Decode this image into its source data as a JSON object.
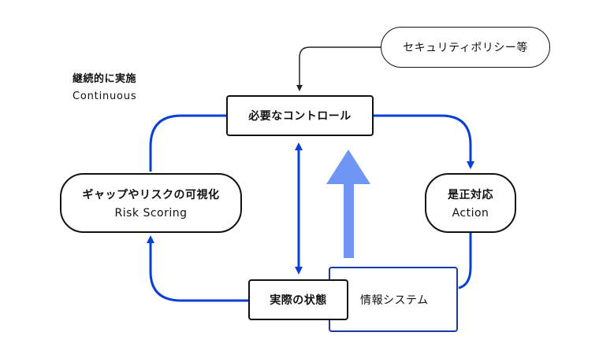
{
  "nodes": {
    "policy": "セキュリティポリシー等",
    "controls": "必要なコントロール",
    "gap": {
      "jp": "ギャップやリスクの可視化",
      "en": "Risk Scoring"
    },
    "action": {
      "jp": "是正対応",
      "en": "Action"
    },
    "actual": "実際の状態",
    "system": "情報システム"
  },
  "note": {
    "jp": "継続的に実施",
    "en": "Continuous"
  },
  "colors": {
    "cycle_blue": "#0a3fd6",
    "big_arrow": "#6f95f5",
    "system_border": "#1a3aaa",
    "line_dark": "#222222"
  }
}
